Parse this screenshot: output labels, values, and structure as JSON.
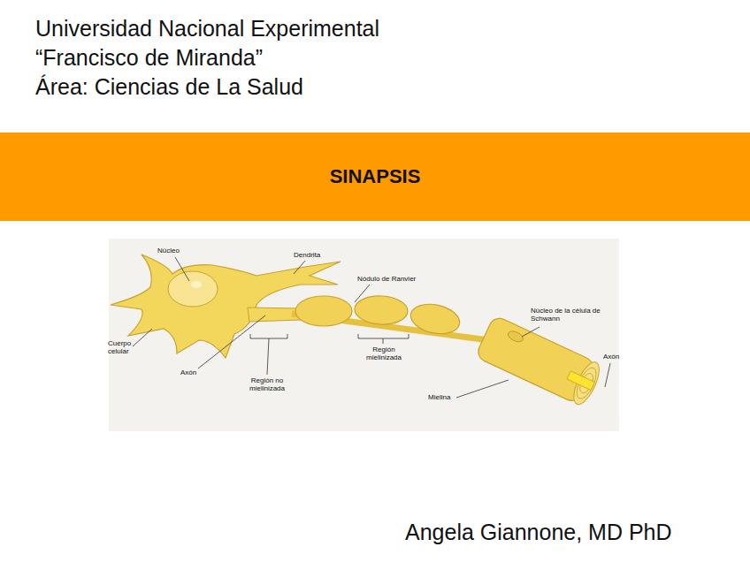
{
  "diagram": {
    "nodes": [
      {
        "text": [
          "SINAPSIS"
        ]
      }
    ],
    "labels": [
      "Universidad Nacional Experimental",
      "“Francisco de Miranda”",
      "Área: Ciencias de La Salud",
      "Núcleo",
      "Dendrita",
      "Nódulo de Ranvier",
      "Núcleo de la célula de Schwann",
      "Axón",
      "Cuerpo celular",
      "Axón",
      "Región no mielinizada",
      "Región mielinizada",
      "Mielina",
      "Angela Giannone, MD PhD"
    ]
  }
}
